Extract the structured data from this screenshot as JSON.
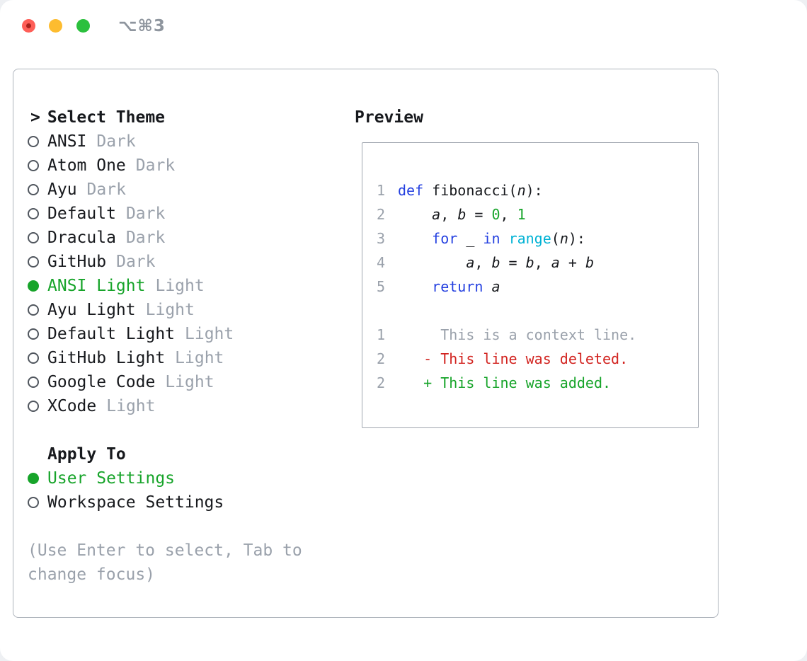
{
  "colors": {
    "ink": "#17191d",
    "gray": "#9aa1ab",
    "green": "#17a42a",
    "blue": "#2440e0",
    "cyan": "#00b2d4",
    "red": "#d22420",
    "border": "#aeb4bc",
    "box-border": "#a0a6af"
  },
  "chrome": {
    "shortcut": "⌥⌘3"
  },
  "select_theme": {
    "prompt": ">",
    "title": "Select Theme",
    "themes": [
      {
        "name": "ANSI",
        "variant": "Dark",
        "selected": false
      },
      {
        "name": "Atom One",
        "variant": "Dark",
        "selected": false
      },
      {
        "name": "Ayu",
        "variant": "Dark",
        "selected": false
      },
      {
        "name": "Default",
        "variant": "Dark",
        "selected": false
      },
      {
        "name": "Dracula",
        "variant": "Dark",
        "selected": false
      },
      {
        "name": "GitHub",
        "variant": "Dark",
        "selected": false
      },
      {
        "name": "ANSI Light",
        "variant": "Light",
        "selected": true
      },
      {
        "name": "Ayu Light",
        "variant": "Light",
        "selected": false
      },
      {
        "name": "Default Light",
        "variant": "Light",
        "selected": false
      },
      {
        "name": "GitHub Light",
        "variant": "Light",
        "selected": false
      },
      {
        "name": "Google Code",
        "variant": "Light",
        "selected": false
      },
      {
        "name": "XCode",
        "variant": "Light",
        "selected": false
      }
    ]
  },
  "apply_to": {
    "title": "Apply To",
    "options": [
      {
        "label": "User Settings",
        "selected": true
      },
      {
        "label": "Workspace Settings",
        "selected": false
      }
    ]
  },
  "hint_lines": [
    "(Use Enter to select, Tab to",
    "change focus)"
  ],
  "preview": {
    "title": "Preview",
    "lines": [
      {
        "num": "1",
        "tokens": [
          {
            "t": "def",
            "s": "kw"
          },
          {
            "t": " fibonacci(",
            "s": "p"
          },
          {
            "t": "n",
            "s": "v"
          },
          {
            "t": "):",
            "s": "p"
          }
        ]
      },
      {
        "num": "2",
        "tokens": [
          {
            "t": "    ",
            "s": "p"
          },
          {
            "t": "a",
            "s": "v"
          },
          {
            "t": ", ",
            "s": "p"
          },
          {
            "t": "b",
            "s": "v"
          },
          {
            "t": " = ",
            "s": "p"
          },
          {
            "t": "0",
            "s": "num"
          },
          {
            "t": ", ",
            "s": "p"
          },
          {
            "t": "1",
            "s": "num"
          }
        ]
      },
      {
        "num": "3",
        "tokens": [
          {
            "t": "    ",
            "s": "p"
          },
          {
            "t": "for",
            "s": "kw"
          },
          {
            "t": " _ ",
            "s": "p"
          },
          {
            "t": "in",
            "s": "kw"
          },
          {
            "t": " ",
            "s": "p"
          },
          {
            "t": "range",
            "s": "fn"
          },
          {
            "t": "(",
            "s": "p"
          },
          {
            "t": "n",
            "s": "v"
          },
          {
            "t": "):",
            "s": "p"
          }
        ]
      },
      {
        "num": "4",
        "tokens": [
          {
            "t": "        ",
            "s": "p"
          },
          {
            "t": "a",
            "s": "v"
          },
          {
            "t": ", ",
            "s": "p"
          },
          {
            "t": "b",
            "s": "v"
          },
          {
            "t": " = ",
            "s": "p"
          },
          {
            "t": "b",
            "s": "v"
          },
          {
            "t": ", ",
            "s": "p"
          },
          {
            "t": "a",
            "s": "v"
          },
          {
            "t": " + ",
            "s": "p"
          },
          {
            "t": "b",
            "s": "v"
          }
        ]
      },
      {
        "num": "5",
        "tokens": [
          {
            "t": "    ",
            "s": "p"
          },
          {
            "t": "return",
            "s": "kw"
          },
          {
            "t": " ",
            "s": "p"
          },
          {
            "t": "a",
            "s": "v"
          }
        ]
      },
      {
        "num": "",
        "tokens": []
      },
      {
        "num": "1",
        "tokens": [
          {
            "t": "     This is a context line.",
            "s": "ctx"
          }
        ]
      },
      {
        "num": "2",
        "tokens": [
          {
            "t": "   - This line was deleted.",
            "s": "del"
          }
        ]
      },
      {
        "num": "2",
        "tokens": [
          {
            "t": "   + This line was added.",
            "s": "add"
          }
        ]
      }
    ]
  }
}
